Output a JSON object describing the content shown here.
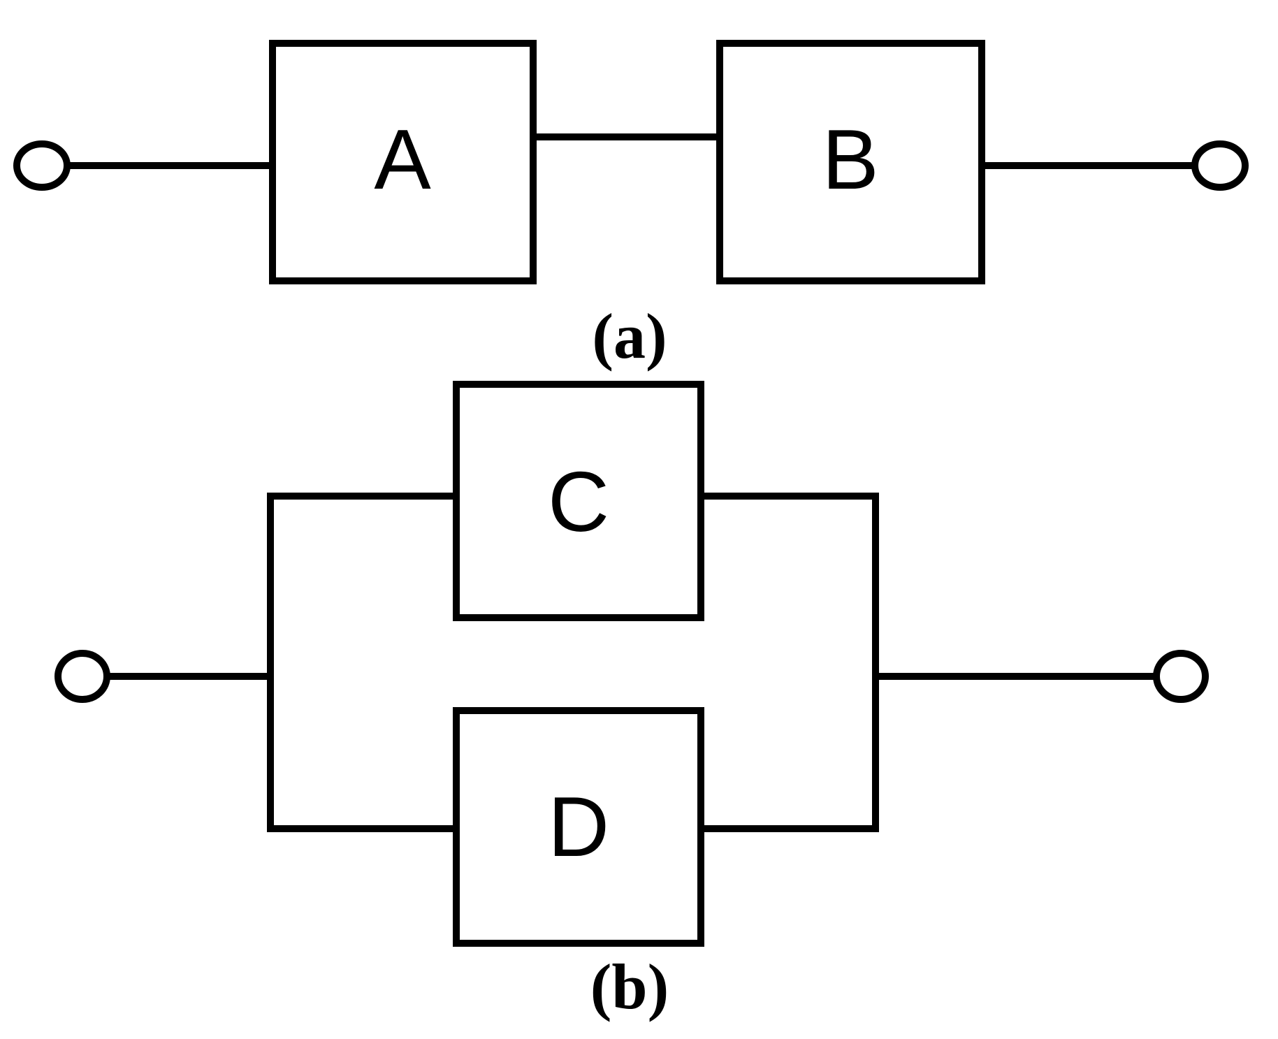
{
  "colors": {
    "ink": "#000000",
    "background": "#ffffff"
  },
  "diagram_a": {
    "caption": "(a)",
    "blocks": [
      {
        "label": "A"
      },
      {
        "label": "B"
      }
    ]
  },
  "diagram_b": {
    "caption": "(b)",
    "blocks": [
      {
        "label": "C"
      },
      {
        "label": "D"
      }
    ]
  }
}
